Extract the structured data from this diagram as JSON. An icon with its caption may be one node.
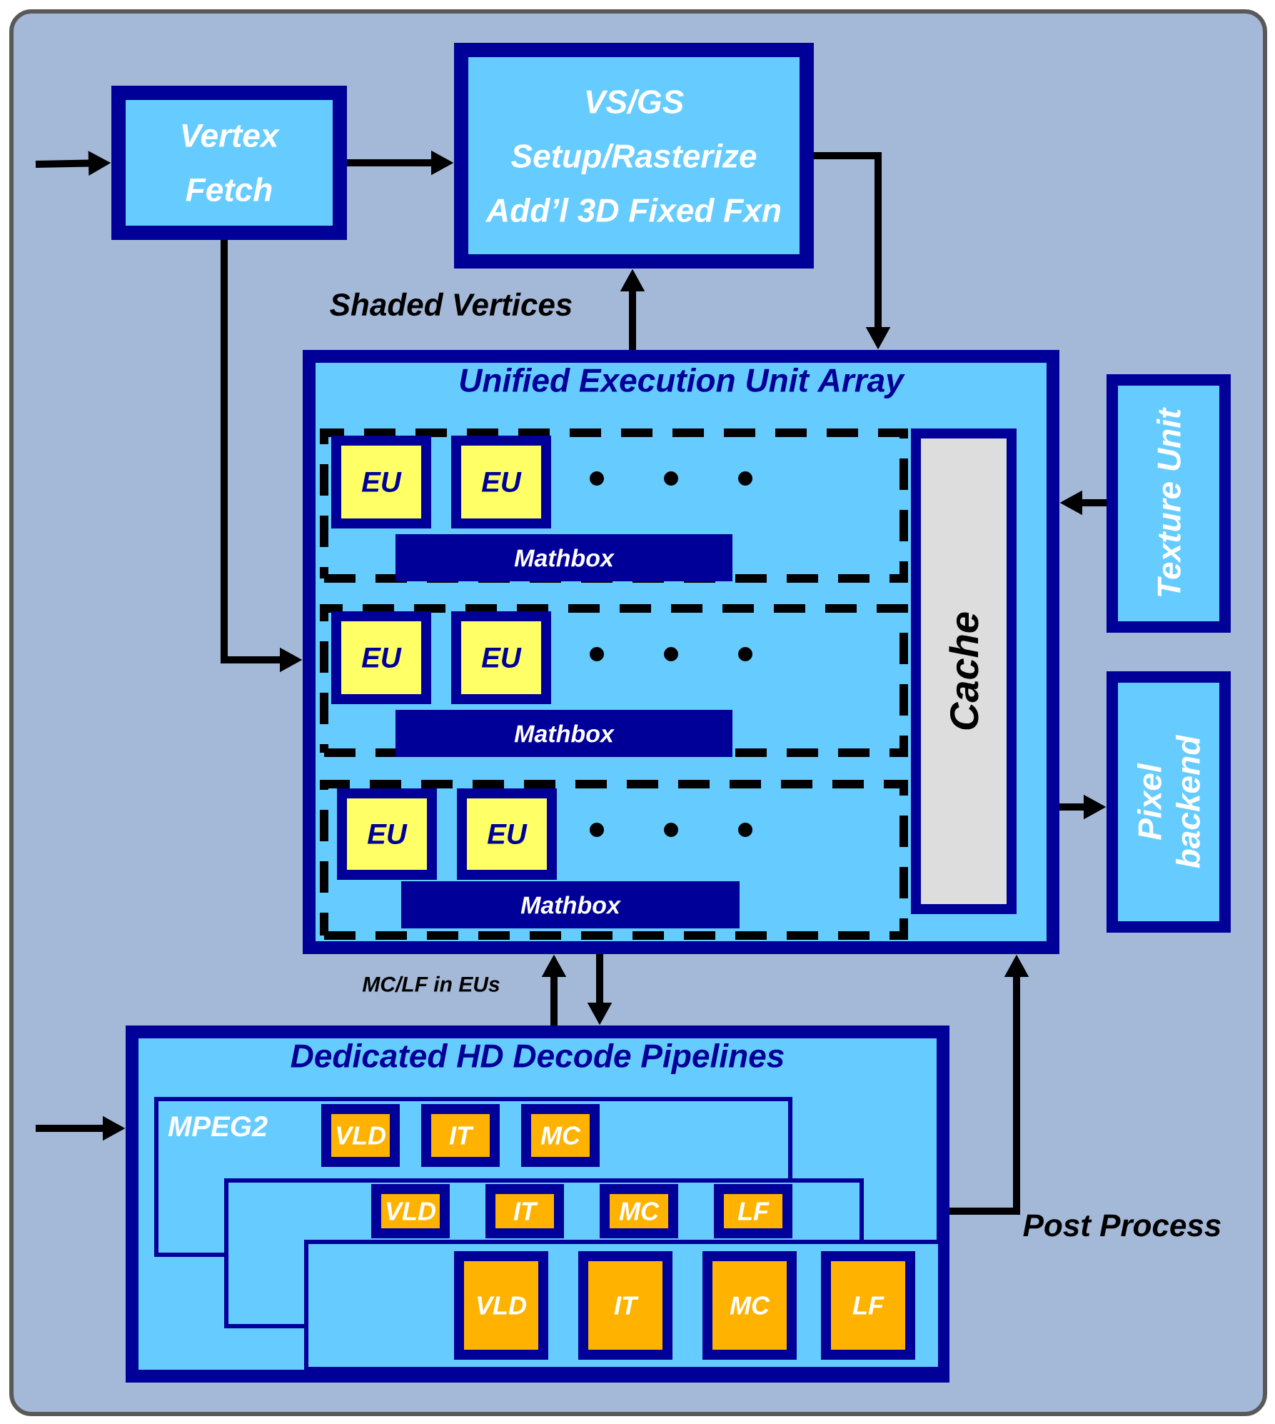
{
  "diagram": {
    "nodes": [
      {
        "text": [
          "Vertex",
          "Fetch"
        ]
      },
      {
        "text": [
          "VS/GS",
          "Setup/Rasterize",
          "Add’l 3D Fixed Fxn"
        ]
      },
      {
        "text": [
          "Unified Execution Unit Array"
        ]
      },
      {
        "text": [],
        "shape": "box",
        "in": 2
      },
      {
        "text": [
          "EU"
        ],
        "in": 3
      },
      {
        "text": [
          "EU"
        ],
        "in": 3
      },
      {
        "text": [
          "Mathbox"
        ],
        "in": 3
      },
      {
        "text": [],
        "shape": "box",
        "in": 2
      },
      {
        "text": [
          "EU"
        ],
        "in": 7
      },
      {
        "text": [
          "EU"
        ],
        "in": 7
      },
      {
        "text": [
          "Mathbox"
        ],
        "in": 7
      },
      {
        "text": [],
        "shape": "box",
        "in": 2
      },
      {
        "text": [
          "EU"
        ],
        "in": 11
      },
      {
        "text": [
          "EU"
        ],
        "in": 11
      },
      {
        "text": [
          "Mathbox"
        ],
        "in": 11
      },
      {
        "text": [
          "Cache"
        ],
        "in": 2
      },
      {
        "text": [
          "Texture Unit"
        ]
      },
      {
        "text": [
          "Pixel backend"
        ]
      },
      {
        "text": [
          "Dedicated HD Decode Pipelines"
        ]
      },
      {
        "text": [
          "MPEG2"
        ],
        "in": 18
      },
      {
        "text": [
          "VLD"
        ],
        "in": 19
      },
      {
        "text": [
          "IT"
        ],
        "in": 19
      },
      {
        "text": [
          "MC"
        ],
        "in": 19
      },
      {
        "text": [],
        "shape": "box",
        "in": 18
      },
      {
        "text": [
          "VLD"
        ]
      },
      {
        "text": [
          "IT"
        ]
      },
      {
        "text": [
          "MC"
        ]
      },
      {
        "text": [
          "LF"
        ]
      },
      {
        "text": [],
        "shape": "box",
        "in": 18
      },
      {
        "text": [
          "VLD"
        ],
        "in": 28
      },
      {
        "text": [
          "IT"
        ],
        "in": 28
      },
      {
        "text": [
          "MC"
        ],
        "in": 28
      },
      {
        "text": [
          "LF"
        ],
        "in": 28
      }
    ],
    "edges": [
      {
        "from": null,
        "to": 0,
        "arrow": "to"
      },
      {
        "from": 0,
        "to": 1,
        "arrow": "to"
      },
      {
        "from": 1,
        "to": 2,
        "arrow": "to"
      },
      {
        "from": 2,
        "to": 1,
        "arrow": "to",
        "label": "Shaded Vertices"
      },
      {
        "from": 0,
        "to": 2,
        "arrow": "to"
      },
      {
        "from": 16,
        "to": 2,
        "arrow": "to"
      },
      {
        "from": 2,
        "to": 17,
        "arrow": "to"
      },
      {
        "from": 18,
        "to": 2,
        "arrow": "to",
        "label": "MC/LF in EUs"
      },
      {
        "from": 2,
        "to": 18,
        "arrow": "to"
      },
      {
        "from": 18,
        "to": 2,
        "arrow": "to",
        "label": "Post Process"
      },
      {
        "from": null,
        "to": 18,
        "arrow": "to"
      }
    ]
  }
}
